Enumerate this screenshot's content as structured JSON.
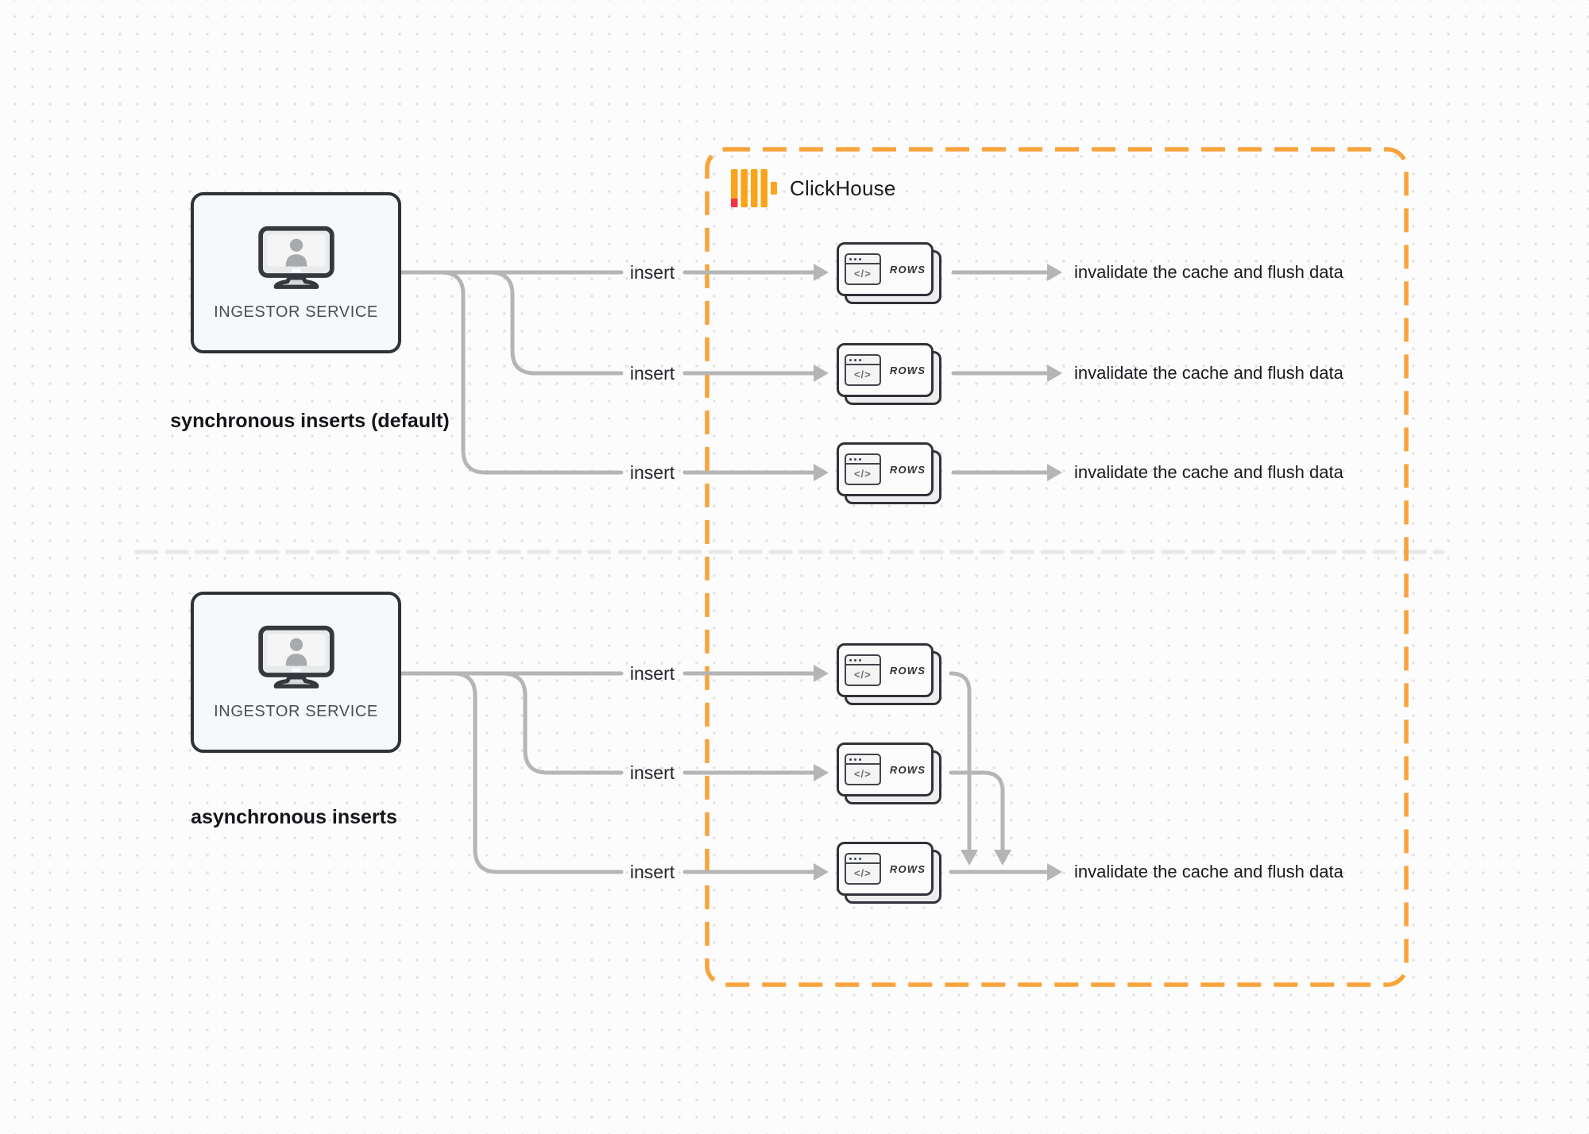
{
  "colors": {
    "accent_orange": "#F9A33C",
    "logo_yellow": "#FAA41B",
    "logo_red": "#F5333F",
    "connector_gray": "#b5b5b5"
  },
  "brand": {
    "label": "ClickHouse"
  },
  "sync": {
    "ingestor_label": "INGESTOR SERVICE",
    "section_label": "synchronous inserts (default)",
    "rows": [
      {
        "insert_label": "insert",
        "card_label": "ROWS",
        "code_glyph": "</>",
        "result_label": "invalidate the cache and flush data"
      },
      {
        "insert_label": "insert",
        "card_label": "ROWS",
        "code_glyph": "</>",
        "result_label": "invalidate the cache and flush data"
      },
      {
        "insert_label": "insert",
        "card_label": "ROWS",
        "code_glyph": "</>",
        "result_label": "invalidate the cache and flush data"
      }
    ]
  },
  "async": {
    "ingestor_label": "INGESTOR SERVICE",
    "section_label": "asynchronous inserts",
    "rows": [
      {
        "insert_label": "insert",
        "card_label": "ROWS",
        "code_glyph": "</>"
      },
      {
        "insert_label": "insert",
        "card_label": "ROWS",
        "code_glyph": "</>"
      },
      {
        "insert_label": "insert",
        "card_label": "ROWS",
        "code_glyph": "</>"
      }
    ],
    "result_label": "invalidate the cache and flush data"
  }
}
